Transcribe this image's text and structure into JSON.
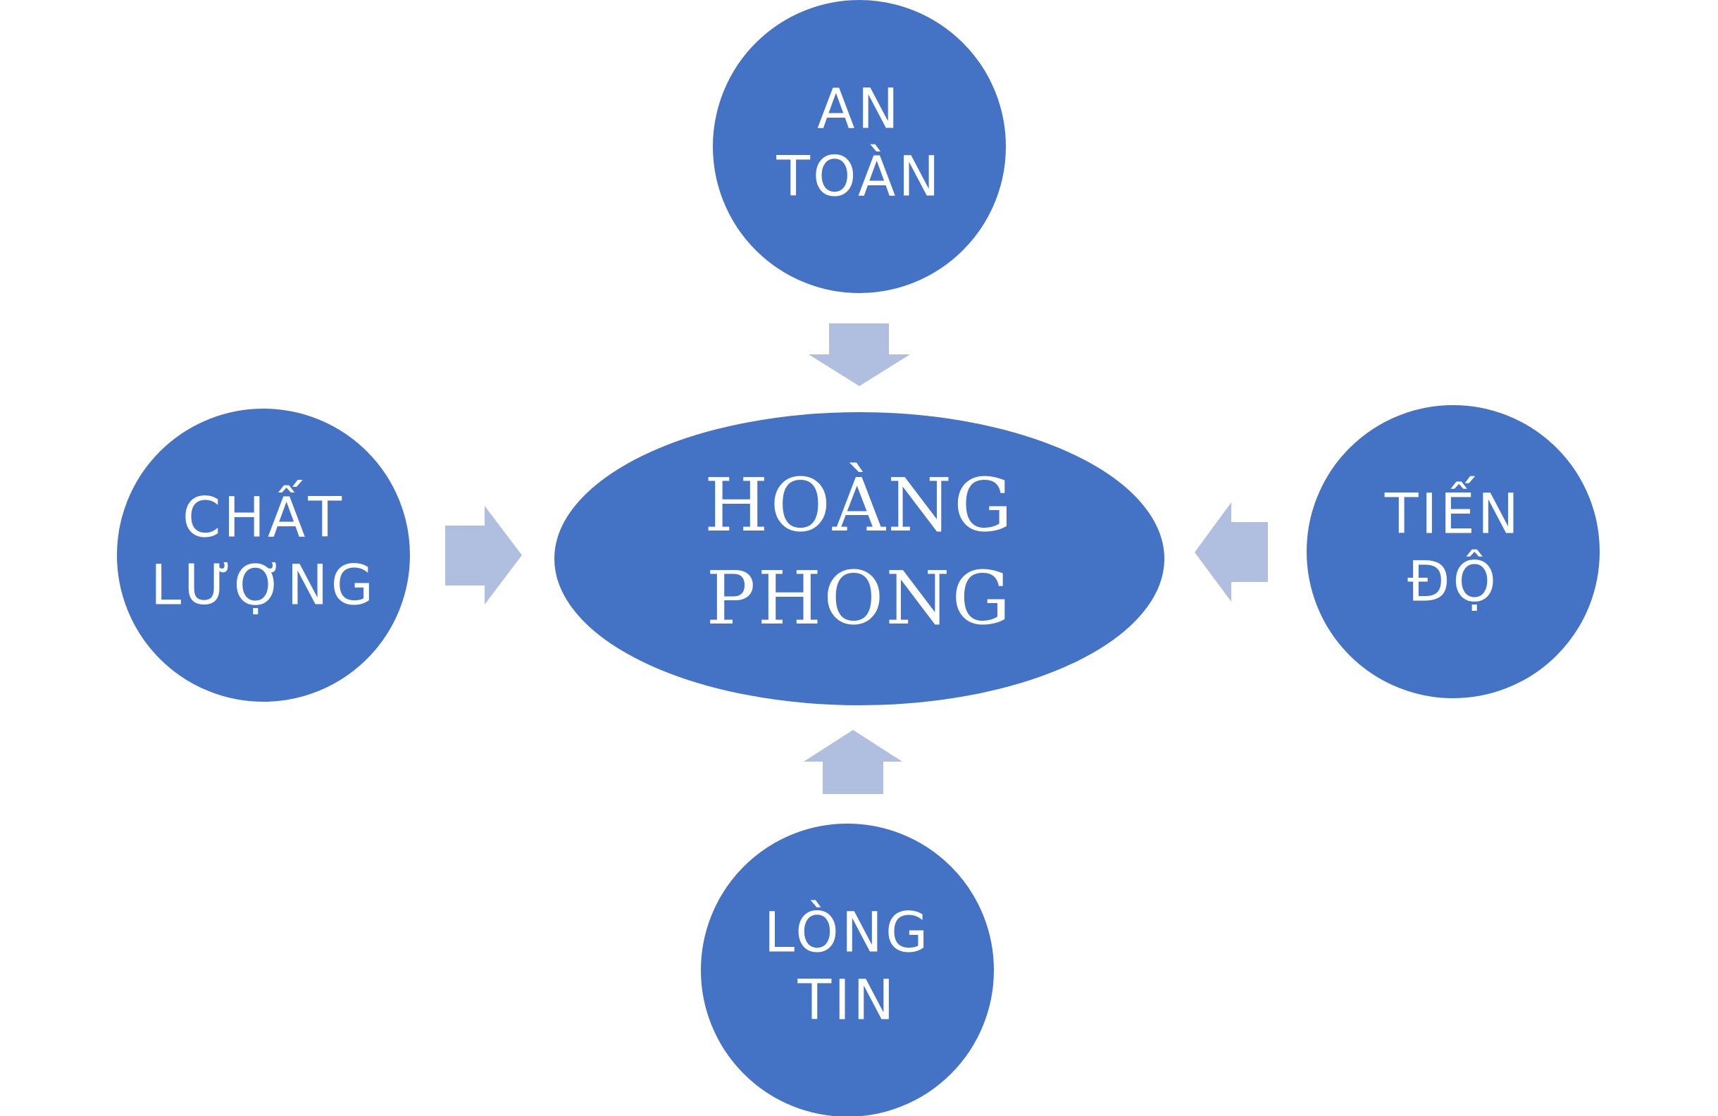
{
  "colors": {
    "node_fill": "#4472C4",
    "node_stroke": "#ffffff",
    "arrow_fill": "#B0BFE0",
    "background": "#ffffff"
  },
  "center": {
    "line1": "HOÀNG",
    "line2": "PHONG"
  },
  "nodes": {
    "top": {
      "line1": "AN",
      "line2": "TOÀN"
    },
    "left": {
      "line1": "CHẤT",
      "line2": "LƯỢNG"
    },
    "right": {
      "line1": "TIẾN",
      "line2": "ĐỘ"
    },
    "bottom": {
      "line1": "LÒNG",
      "line2": "TIN"
    }
  }
}
